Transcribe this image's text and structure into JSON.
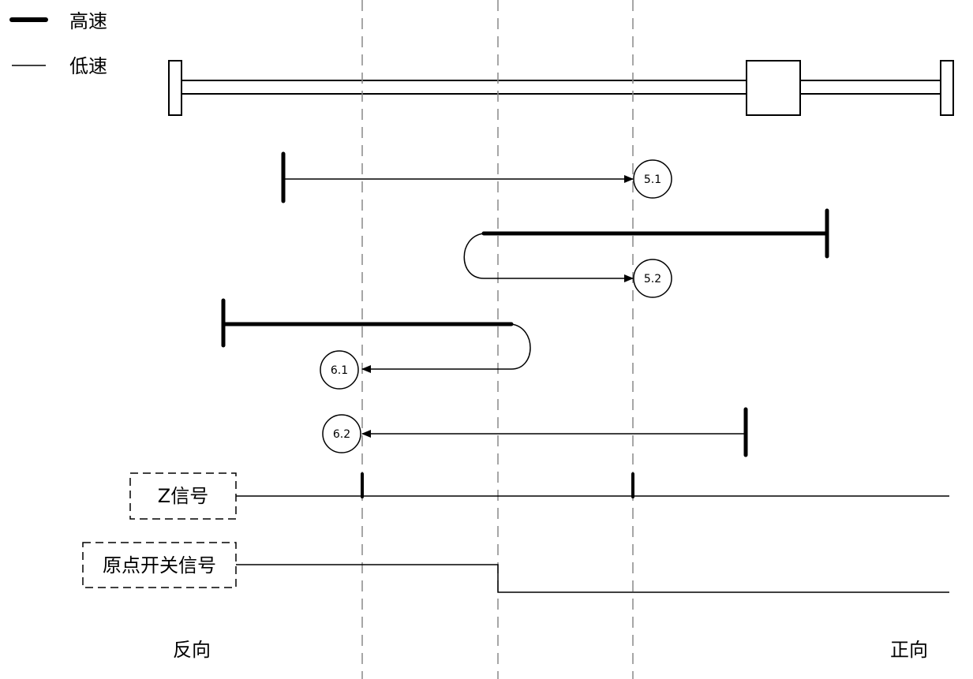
{
  "legend": {
    "high_speed": "高速",
    "low_speed": "低速"
  },
  "steps": {
    "s51": "5.1",
    "s52": "5.2",
    "s61": "6.1",
    "s62": "6.2"
  },
  "signals": {
    "z_signal": "Z信号",
    "home_switch": "原点开关信号"
  },
  "directions": {
    "reverse": "反向",
    "forward": "正向"
  },
  "colors": {
    "line": "#000000",
    "guide": "#888888",
    "background": "#ffffff"
  }
}
